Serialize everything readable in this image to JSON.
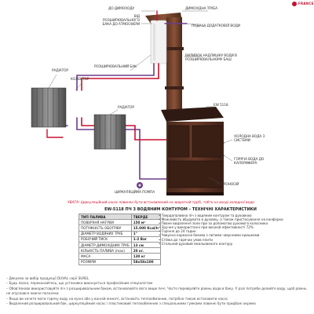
{
  "logo": {
    "text": "FRANCE",
    "color": "#c8102e"
  },
  "labels": {
    "flue_pipe": "ДИМОХІДНА ТРУБА",
    "to_chimney": "ДО ДИМОХОДУ",
    "expansion_vessel_line1": "ВІД",
    "expansion_vessel_line2": "РОЗШИРЮВАЛЬНОГО",
    "expansion_vessel_line3": "БАКА ДО АТМОСФЕРИ",
    "extra_water_supply": "ПОДАЧА ДОДАТКОВОЇ ВОДИ",
    "overflow_line1": "ВИЛИВОК НАДЛИШКУ ВОДИ В",
    "overflow_line2": "РОЗШИРЮВАЛЬНОМУ БАЦІ",
    "expansion_tank": "РОЗШИРЮВАЛЬНИЙ БАК",
    "radiator_top": "РАДІАТОР",
    "collector": "КОЛЕКТОР",
    "model_tag": "EW 5118",
    "radiator_mid": "РАДІАТОР",
    "cold_water_line1": "ХОЛОДНА ВОДА З",
    "cold_water_line2": "СИСТЕМИ",
    "hot_water_line1": "ГОРЯЧА ВОДА ДО",
    "hot_water_line2": "КАЛОРИФЕРА",
    "circulation_pump": "ЦИРКУЛЯЦІЙНА ПОМПА",
    "heat_carrier": "ТЕПЛОНОСІЙ"
  },
  "warning_note": "УВАГА! Циркуляційний насос повинен бути встановлений на зворотній трубі, тобто на вході холодної води",
  "spec_title": "EW-5118 ПЧ 3 ВОДЯНИМ КОНТУРОМ – ТЕХНІЧНІ ХАРАКТЕРИСТИКИ",
  "spec_table": {
    "header": [
      "ТИП ПАЛИВА",
      "ТВЕРДЕ"
    ],
    "rows": [
      [
        "ПОВЕРХНЯ НАГРІВУ",
        "150 м²"
      ],
      [
        "ПОТУЖНІСТЬ ОБОГРІВУ",
        "15.000 Kcal/h"
      ],
      [
        "ДІАМЕТР ВОДЯНИХ ТРУБ",
        "1\""
      ],
      [
        "РОБОЧИЙ ТИСК",
        "1-2 Bar"
      ],
      [
        "ДІАМЕТР ДИМОХІДНИХ ТРУБ",
        "13 см"
      ],
      [
        "КІЛЬКІСТЬ ПАЛИВА (max)",
        "20 кг."
      ],
      [
        "МАСА",
        "130 кг"
      ],
      [
        "РОЗМІРИ",
        "58x58x100"
      ]
    ]
  },
  "features": [
    "Твердопаливна піч з водяним контуром та духовкою",
    "Можливість вбудувати в духовку, а також пристосування на конфорки",
    "Повне видалення золи при за допомогою рухомого колосника",
    "Зручне у використанні при високій ефективності 72%",
    "Горіння до 24 годин",
    "Чавунна каркасна бокова з литими чавунними кришками",
    "Стійка до гарячих умов плити",
    "Стальний духовий емальованого контуру"
  ],
  "notes": [
    "Дякуємо за вибір продукції DUVAL серії SUREL",
    "Будь ласка, переконайтесь, що установка виконується професійним спеціалістом",
    "Обов'язково використовуйте піч з розширювальним баком, встановлюйте його вище печі. Часто перевіряйте рівень води в баку. У разі потреби долийте воду, щоб рівень не опускався нижче позначки",
    "Якщо ви хочете мати гарячу воду на кухні або у ванній кімнаті, встановіть теплообмінник, потрібно також встановити насос",
    "Видалений розширювальний бак, циркуляційний насос і пластиковий теплообмінник з спеціальними гумками повинні бути придбані окремо"
  ]
}
